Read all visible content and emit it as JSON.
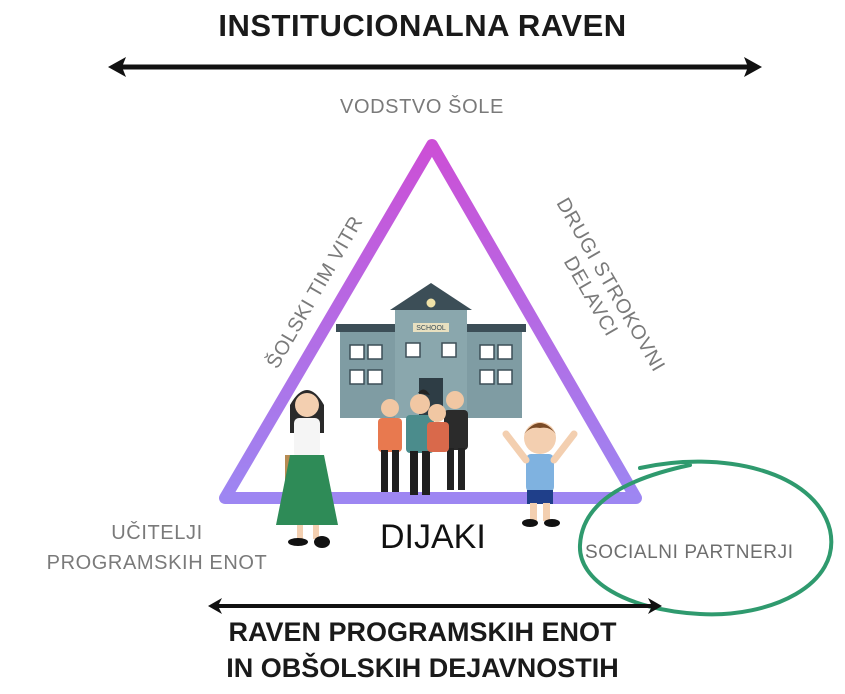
{
  "top_title": "INSTITUCIONALNA RAVEN",
  "labels": {
    "apex": "VODSTVO ŠOLE",
    "left_side": "ŠOLSKI TIM VITR",
    "right_side_line1": "DRUGI STROKOVNI",
    "right_side_line2": "DELAVCI",
    "bottom_left_line1": "UČITELJI",
    "bottom_left_line2": "PROGRAMSKIH ENOT",
    "center": "DIJAKI",
    "circled": "SOCIALNI PARTNERJI"
  },
  "bottom_title": {
    "line1": "RAVEN PROGRAMSKIH ENOT",
    "line2": "IN OBŠOLSKIH DEJAVNOSTIH"
  },
  "school_sign": "SCHOOL",
  "colors": {
    "triangle_top": "#cc4fd6",
    "triangle_bottom": "#9d86f2",
    "circle": "#2f9a6e",
    "arrow_line": "#111111",
    "building": "#7f9ca3",
    "skirt": "#2e8b57"
  }
}
